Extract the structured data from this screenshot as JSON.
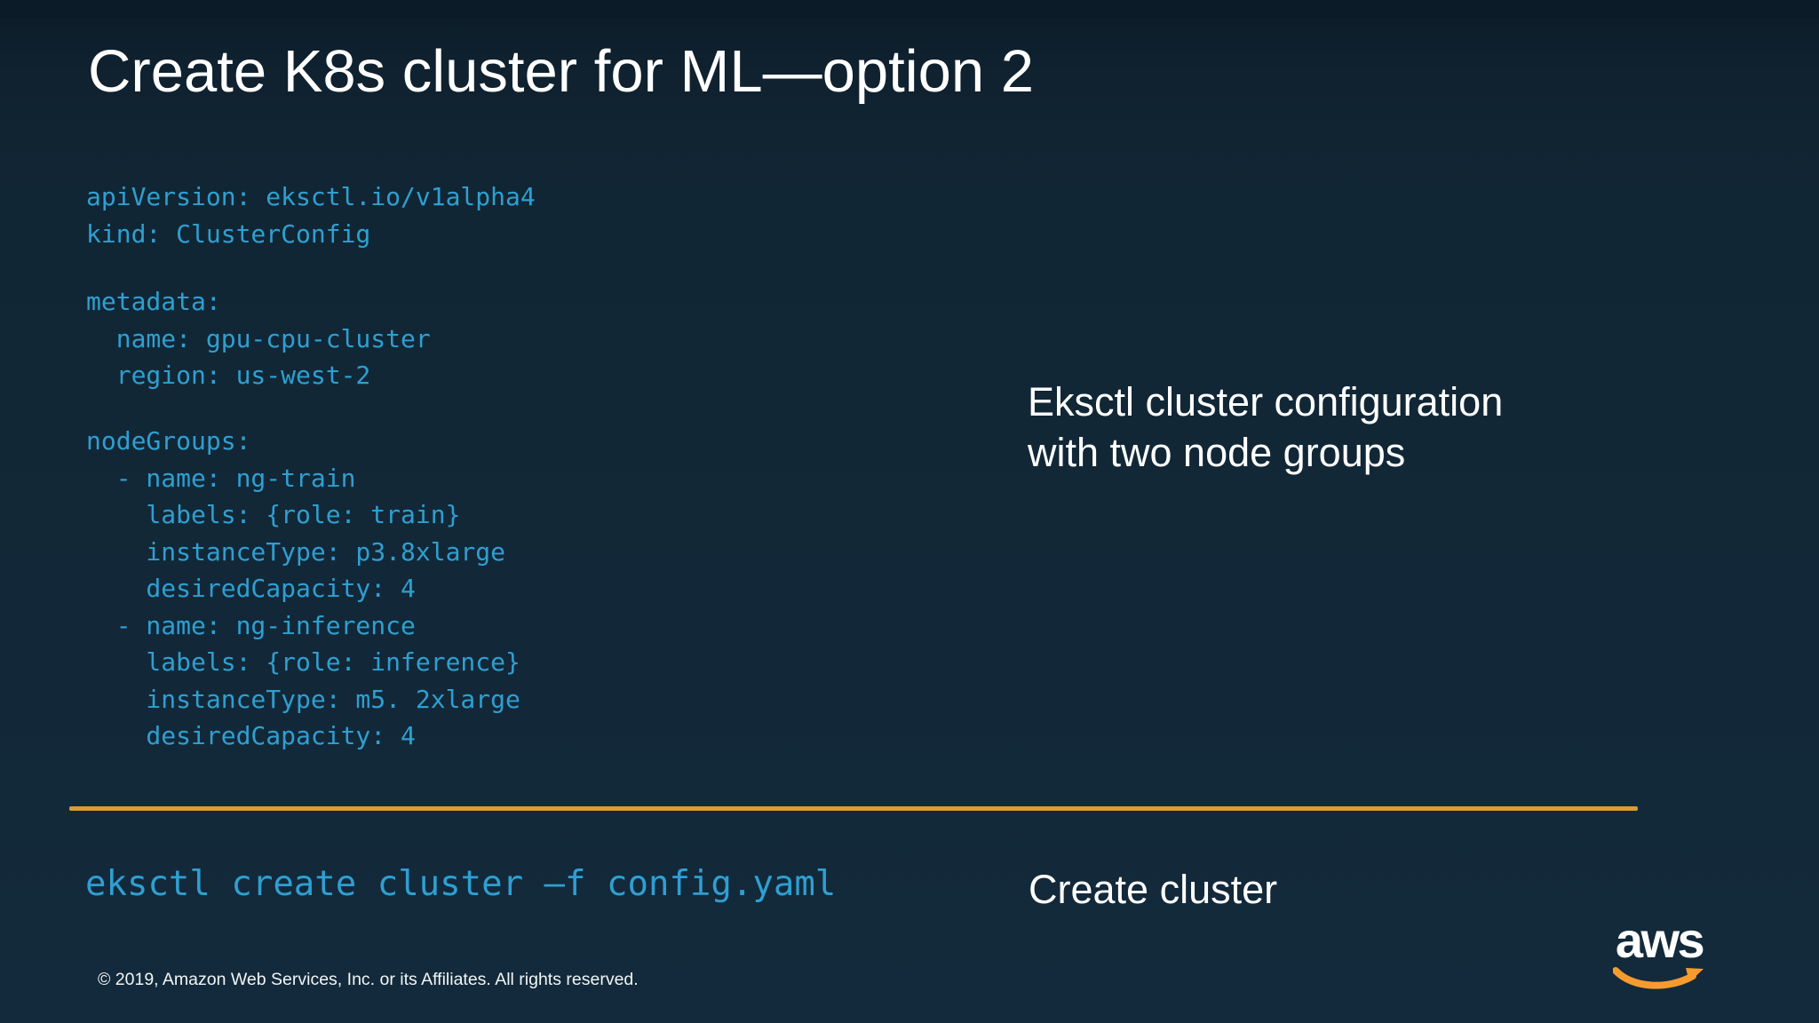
{
  "slide": {
    "title": "Create K8s cluster for ML—option 2",
    "code_block": {
      "section1": "apiVersion: eksctl.io/v1alpha4\nkind: ClusterConfig",
      "section2": "metadata:\n  name: gpu-cpu-cluster\n  region: us-west-2",
      "section3": "nodeGroups:\n  - name: ng-train\n    labels: {role: train}\n    instanceType: p3.8xlarge\n    desiredCapacity: 4\n  - name: ng-inference\n    labels: {role: inference}\n    instanceType: m5. 2xlarge\n    desiredCapacity: 4"
    },
    "caption_right": "Eksctl cluster configuration\nwith two node groups",
    "command": "eksctl create cluster –f config.yaml",
    "command_caption": "Create cluster",
    "footer": "© 2019, Amazon Web Services, Inc. or its Affiliates. All rights reserved.",
    "logo_text": "aws"
  },
  "colors": {
    "background": "#112634",
    "background_top": "#0c1c28",
    "code_text": "#2f9fd1",
    "heading_text": "#ffffff",
    "divider": "#dc9a31",
    "logo_smile": "#f79b2e"
  }
}
